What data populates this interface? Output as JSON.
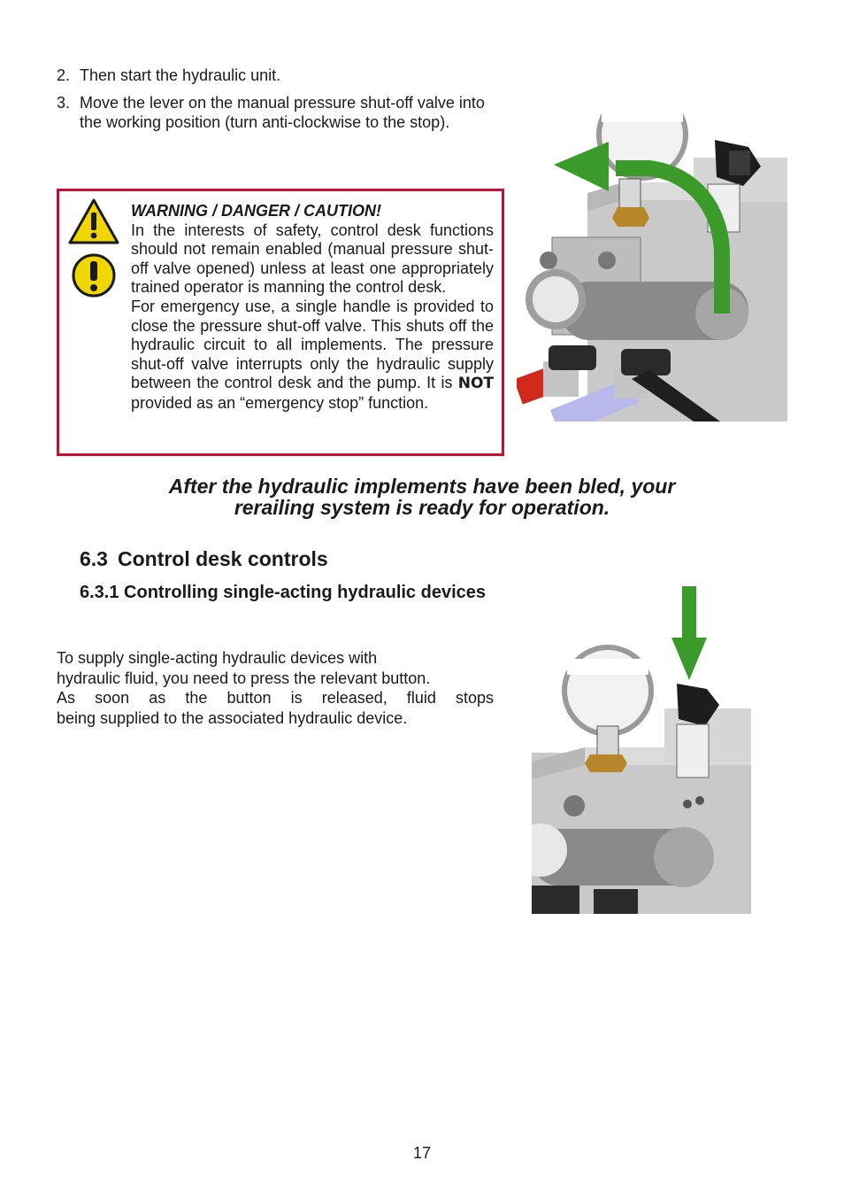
{
  "steps": [
    {
      "num": "2.",
      "text": "Then start the hydraulic unit."
    },
    {
      "num": "3.",
      "text": "Move the lever on the manual pressure shut-off valve into the working position (turn anti-clockwise to the stop)."
    }
  ],
  "warning": {
    "title": "WARNING / DANGER / CAUTION!",
    "paragraph1": "In the interests of safety, control desk functions should not remain enabled (manual pressure shut-off valve opened) unless at least one appropriately trained operator is manning the control desk.",
    "paragraph2_start": "For emergency use, a single handle is provided to close the pressure shut-off valve. This shuts off the hydraulic circuit to all implements. The pressure shut-off valve interrupts only the hydraulic supply between the control desk and the pump. It is ",
    "paragraph2_strong": "NOT",
    "paragraph2_end": " provided as an “emergency stop” function.",
    "icons": [
      "warning-triangle-icon",
      "exclamation-circle-icon"
    ],
    "border_color": "#c8102e"
  },
  "note": {
    "line1": "After the hydraulic implements have been bled, your",
    "line2": "rerailing system is ready for operation."
  },
  "section": {
    "number": "6.3",
    "title": "Control desk controls"
  },
  "subsection": {
    "title": "6.3.1 Controlling single-acting hydraulic devices"
  },
  "paragraph": {
    "line1": "To supply single-acting hydraulic devices with",
    "line2": "hydraulic fluid, you need to press the relevant button.",
    "line3": "As soon as the button is released, fluid stops",
    "line4": "being supplied to the associated hydraulic device."
  },
  "figures": {
    "figure1_arrow": "curved-arrow-anticlockwise",
    "figure2_arrow": "arrow-down",
    "arrow_color": "#3a9a2a"
  },
  "page_number": "17"
}
